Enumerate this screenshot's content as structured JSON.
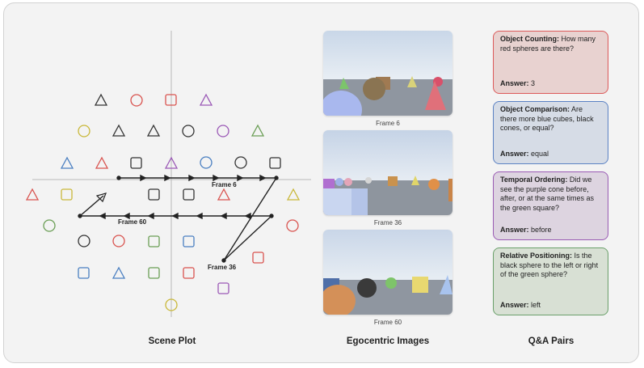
{
  "titles": {
    "scene_plot": "Scene Plot",
    "egocentric": "Egocentric Images",
    "qa": "Q&A Pairs"
  },
  "scene": {
    "frame_labels": {
      "f6": "Frame 6",
      "f36": "Frame 36",
      "f60": "Frame 60"
    }
  },
  "frames": [
    {
      "caption": "Frame 6"
    },
    {
      "caption": "Frame 36"
    },
    {
      "caption": "Frame 60"
    }
  ],
  "qa": [
    {
      "type": "Object Counting:",
      "question": "How many red spheres are there?",
      "answer_label": "Answer:",
      "answer": "3",
      "border": "#dc5a5a",
      "fill": "#e8d2d0"
    },
    {
      "type": "Object Comparison:",
      "question": "Are there more blue cubes, black cones, or equal?",
      "answer_label": "Answer:",
      "answer": "equal",
      "border": "#5b82c4",
      "fill": "#d6dce6"
    },
    {
      "type": "Temporal Ordering:",
      "question": "Did we see the purple cone before, after, or at the same times as the green square?",
      "answer_label": "Answer:",
      "answer": "before",
      "border": "#9a5bb4",
      "fill": "#ddd4e0"
    },
    {
      "type": "Relative Positioning:",
      "question": "Is the black sphere to the left or right of the green sphere?",
      "answer_label": "Answer:",
      "answer": "left",
      "border": "#6aa06a",
      "fill": "#d8e0d4"
    }
  ],
  "colors": {
    "red": "#d9534f",
    "black": "#333333",
    "purple": "#9b59b6",
    "yellow": "#c9b83a",
    "green": "#6a9e55",
    "blue": "#4a7fc1"
  }
}
